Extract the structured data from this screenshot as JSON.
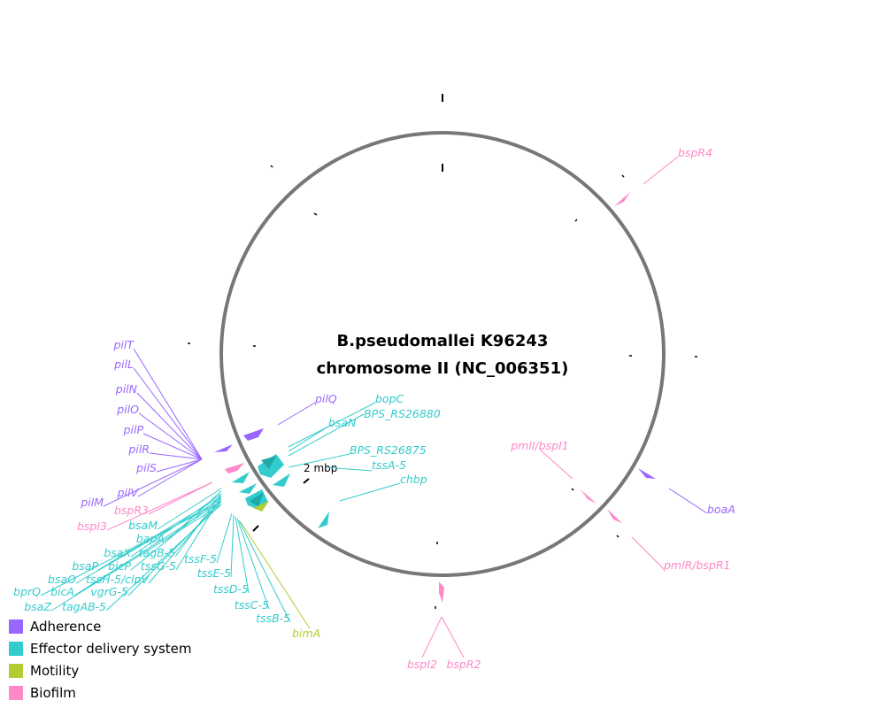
{
  "title_line1": "B.pseudomallei K96243",
  "title_line2": "chromosome II (NC_006351)",
  "tick_label": "2 mbp",
  "colors": {
    "Adherence": "#9966ff",
    "Effector delivery system": "#33cccc",
    "Motility": "#b3cc33",
    "Biofilm": "#ff88c8"
  },
  "legend": [
    {
      "label": "Adherence",
      "category": "Adherence"
    },
    {
      "label": "Effector delivery system",
      "category": "Effector delivery system"
    },
    {
      "label": "Motility",
      "category": "Motility"
    },
    {
      "label": "Biofilm",
      "category": "Biofilm"
    }
  ],
  "genes": [
    {
      "name": "pilT",
      "category": "Adherence"
    },
    {
      "name": "pilL",
      "category": "Adherence"
    },
    {
      "name": "pilN",
      "category": "Adherence"
    },
    {
      "name": "pilO",
      "category": "Adherence"
    },
    {
      "name": "pilP",
      "category": "Adherence"
    },
    {
      "name": "pilR",
      "category": "Adherence"
    },
    {
      "name": "pilS",
      "category": "Adherence"
    },
    {
      "name": "pilV",
      "category": "Adherence"
    },
    {
      "name": "pilM",
      "category": "Adherence"
    },
    {
      "name": "pilQ",
      "category": "Adherence"
    },
    {
      "name": "boaA",
      "category": "Adherence"
    },
    {
      "name": "bspR3",
      "category": "Biofilm"
    },
    {
      "name": "bspI3",
      "category": "Biofilm"
    },
    {
      "name": "bspR4",
      "category": "Biofilm"
    },
    {
      "name": "pmlI/bspI1",
      "category": "Biofilm"
    },
    {
      "name": "pmlR/bspR1",
      "category": "Biofilm"
    },
    {
      "name": "bspI2",
      "category": "Biofilm"
    },
    {
      "name": "bspR2",
      "category": "Biofilm"
    },
    {
      "name": "bopC",
      "category": "Effector delivery system"
    },
    {
      "name": "BPS_RS26880",
      "category": "Effector delivery system"
    },
    {
      "name": "bsaN",
      "category": "Effector delivery system"
    },
    {
      "name": "BPS_RS26875",
      "category": "Effector delivery system"
    },
    {
      "name": "tssA-5",
      "category": "Effector delivery system"
    },
    {
      "name": "chbp",
      "category": "Effector delivery system"
    },
    {
      "name": "bsaM",
      "category": "Effector delivery system"
    },
    {
      "name": "bapA",
      "category": "Effector delivery system"
    },
    {
      "name": "bsaX",
      "category": "Effector delivery system"
    },
    {
      "name": "tagB-5",
      "category": "Effector delivery system"
    },
    {
      "name": "bsaP",
      "category": "Effector delivery system"
    },
    {
      "name": "bicP",
      "category": "Effector delivery system"
    },
    {
      "name": "tssG-5",
      "category": "Effector delivery system"
    },
    {
      "name": "tssF-5",
      "category": "Effector delivery system"
    },
    {
      "name": "bsaO",
      "category": "Effector delivery system"
    },
    {
      "name": "tssH-5/clpV",
      "category": "Effector delivery system"
    },
    {
      "name": "tssE-5",
      "category": "Effector delivery system"
    },
    {
      "name": "bprQ",
      "category": "Effector delivery system"
    },
    {
      "name": "bicA",
      "category": "Effector delivery system"
    },
    {
      "name": "vgrG-5",
      "category": "Effector delivery system"
    },
    {
      "name": "tssD-5",
      "category": "Effector delivery system"
    },
    {
      "name": "bsaZ",
      "category": "Effector delivery system"
    },
    {
      "name": "tagAB-5",
      "category": "Effector delivery system"
    },
    {
      "name": "tssC-5",
      "category": "Effector delivery system"
    },
    {
      "name": "tssB-5",
      "category": "Effector delivery system"
    },
    {
      "name": "bimA",
      "category": "Motility"
    }
  ]
}
